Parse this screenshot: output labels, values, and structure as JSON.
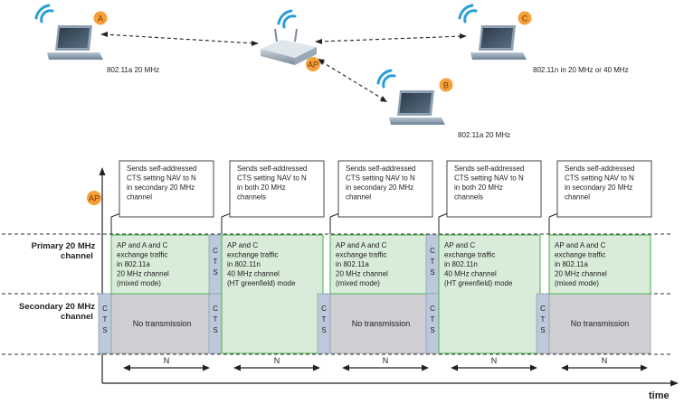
{
  "network": {
    "stations": [
      {
        "badge": "A",
        "label": "802.11a 20 MHz"
      },
      {
        "badge": "B",
        "label": "802.11a 20 MHz"
      },
      {
        "badge": "C",
        "label": "802.11n in 20 MHz or 40 MHz"
      }
    ],
    "ap_badge": "AP"
  },
  "timeline": {
    "ap_badge": "AP",
    "primary_label": [
      "Primary 20 MHz",
      "channel"
    ],
    "secondary_label": [
      "Secondary 20 MHz",
      "channel"
    ],
    "time_label": "time",
    "cts_label": "CTS",
    "no_tx_label": "No transmission",
    "n_label": "N"
  },
  "periods": [
    {
      "note": [
        "Sends self-addressed",
        "CTS setting NAV to N",
        "in secondary 20 MHz",
        "channel"
      ],
      "exchange": [
        "AP and A and C",
        "exchange traffic",
        "in 802.11a",
        "20 MHz channel",
        "(mixed mode)"
      ],
      "secondary": "none"
    },
    {
      "note": [
        "Sends self-addressed",
        "CTS setting NAV to N",
        "in both 20 MHz",
        "channels"
      ],
      "exchange": [
        "AP and C",
        "exchange traffic",
        "in 802.11n",
        "40 MHz channel",
        "(HT greenfield) mode"
      ],
      "secondary": "wide"
    },
    {
      "note": [
        "Sends self-addressed",
        "CTS setting NAV to N",
        "in secondary 20 MHz",
        "channel"
      ],
      "exchange": [
        "AP and A and C",
        "exchange traffic",
        "in 802.11a",
        "20 MHz channel",
        "(mixed mode)"
      ],
      "secondary": "none"
    },
    {
      "note": [
        "Sends self-addressed",
        "CTS setting NAV to N",
        "in both 20 MHz",
        "channels"
      ],
      "exchange": [
        "AP and C",
        "exchange traffic",
        "in 802.11n",
        "40 MHz channel",
        "(HT greenfield) mode"
      ],
      "secondary": "wide"
    },
    {
      "note": [
        "Sends self-addressed",
        "CTS setting NAV to N",
        "in secondary 20 MHz",
        "channel"
      ],
      "exchange": [
        "AP and A and C",
        "exchange traffic",
        "in 802.11a",
        "20 MHz channel",
        "(mixed mode)"
      ],
      "secondary": "none"
    }
  ],
  "colors": {
    "green_fill": "#d8ecd9",
    "green_border": "#4caf50",
    "gray_fill": "#cfcfd3",
    "cts_fill": "#bcc9da",
    "badge_fill": "#f6a03a",
    "wifi_blue": "#2a9fd8"
  }
}
